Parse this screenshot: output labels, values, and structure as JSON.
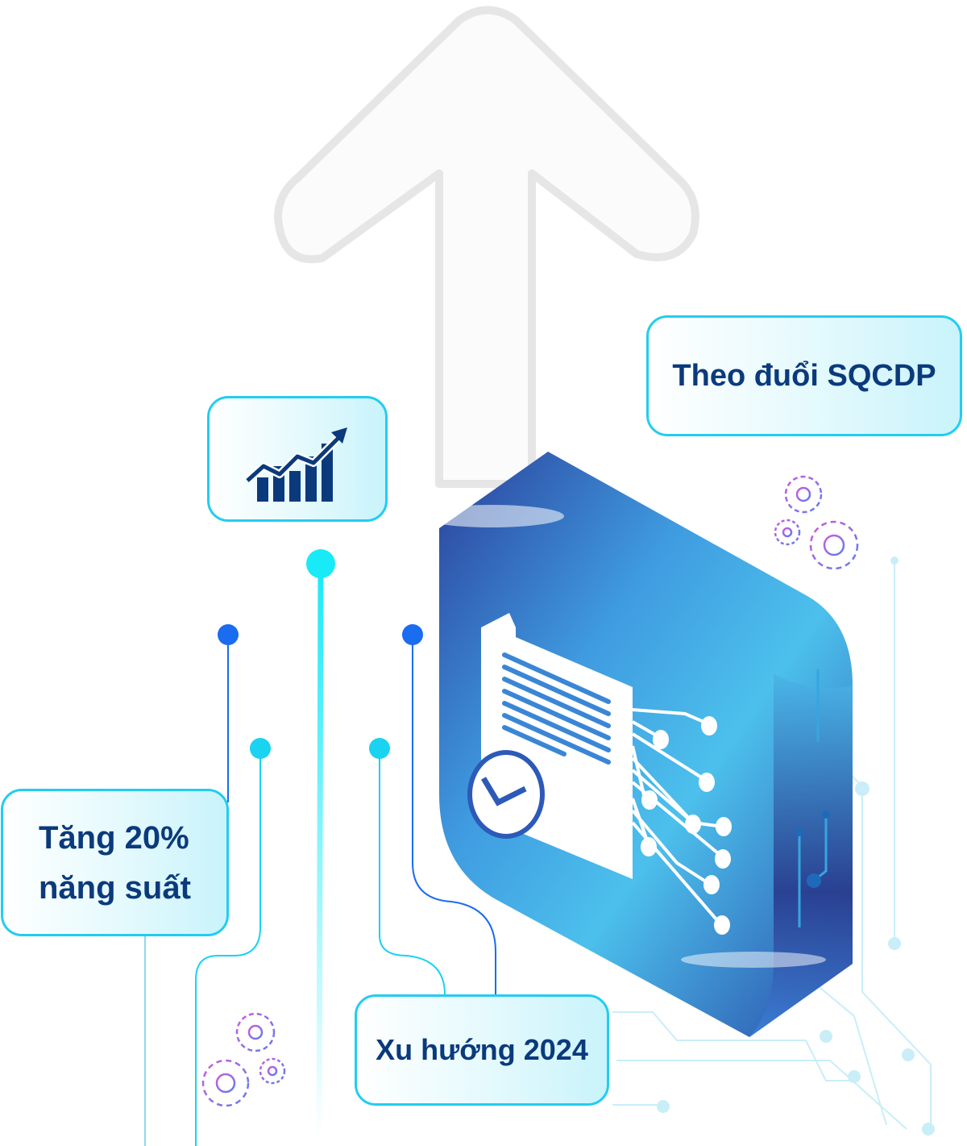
{
  "labels": {
    "sqcdp": "Theo đuổi SQCDP",
    "productivity_line1": "Tăng 20%",
    "productivity_line2": "năng suất",
    "trend": "Xu hướng 2024"
  },
  "icons": [
    "up-arrow-icon",
    "growth-chart-icon",
    "document-check-icon",
    "gear-icon"
  ],
  "colors": {
    "text": "#0b3a7c",
    "border": "#22cdef",
    "block": "#2f6fd0",
    "accent_cyan": "#19e3f5",
    "accent_blue": "#1a6cf0"
  }
}
